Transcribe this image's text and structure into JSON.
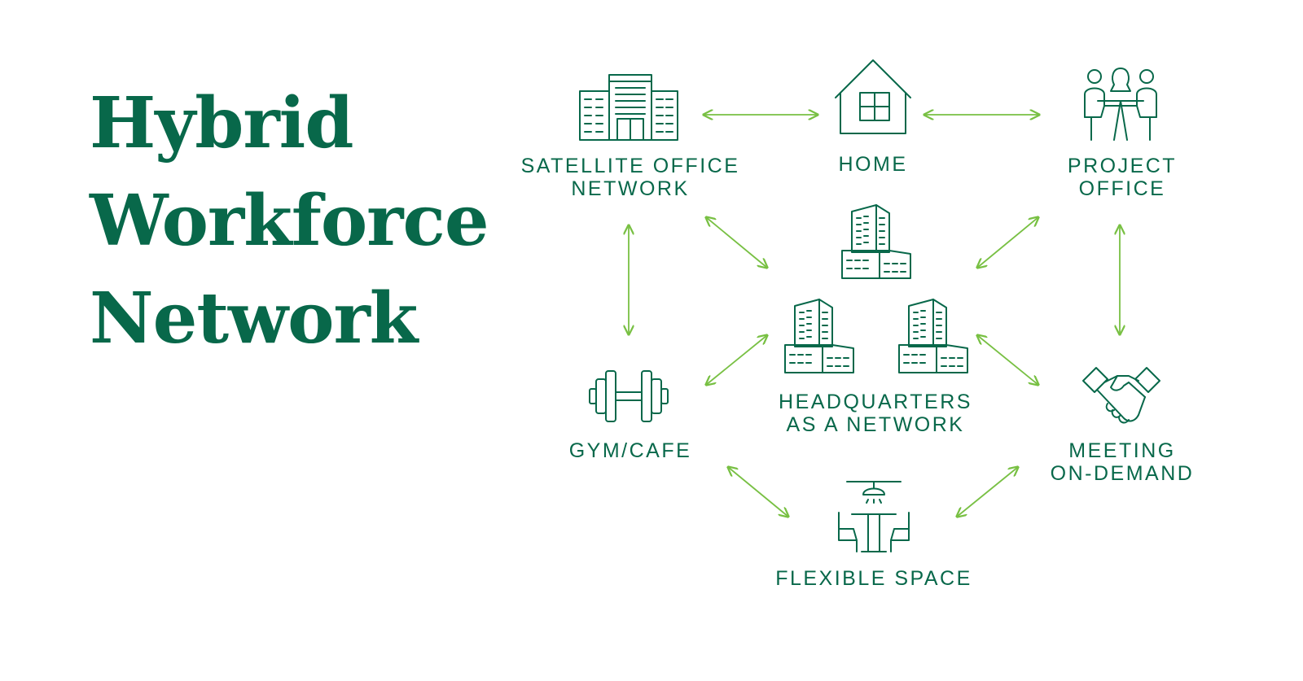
{
  "title": {
    "line1": "Hybrid",
    "line2": "Workforce",
    "line3": "Network"
  },
  "colors": {
    "primary": "#08684a",
    "arrow": "#78c043",
    "background": "#ffffff"
  },
  "nodes": {
    "satellite": {
      "icon": "office-building-icon",
      "line1": "SATELLITE OFFICE",
      "line2": "NETWORK"
    },
    "home": {
      "icon": "house-icon",
      "line1": "HOME"
    },
    "project": {
      "icon": "meeting-people-icon",
      "line1": "PROJECT",
      "line2": "OFFICE"
    },
    "headquarters": {
      "icon": "tower-buildings-icon",
      "line1": "HEADQUARTERS",
      "line2": "AS A NETWORK"
    },
    "gym": {
      "icon": "dumbbell-icon",
      "line1": "GYM/CAFE"
    },
    "meeting": {
      "icon": "handshake-icon",
      "line1": "MEETING",
      "line2": "ON-DEMAND"
    },
    "flexible": {
      "icon": "table-lamp-icon",
      "line1": "FLEXIBLE SPACE"
    }
  },
  "connections": [
    [
      "satellite",
      "home"
    ],
    [
      "home",
      "project"
    ],
    [
      "satellite",
      "gym"
    ],
    [
      "project",
      "meeting"
    ],
    [
      "satellite",
      "headquarters"
    ],
    [
      "project",
      "headquarters"
    ],
    [
      "gym",
      "headquarters"
    ],
    [
      "meeting",
      "headquarters"
    ],
    [
      "gym",
      "flexible"
    ],
    [
      "meeting",
      "flexible"
    ]
  ]
}
